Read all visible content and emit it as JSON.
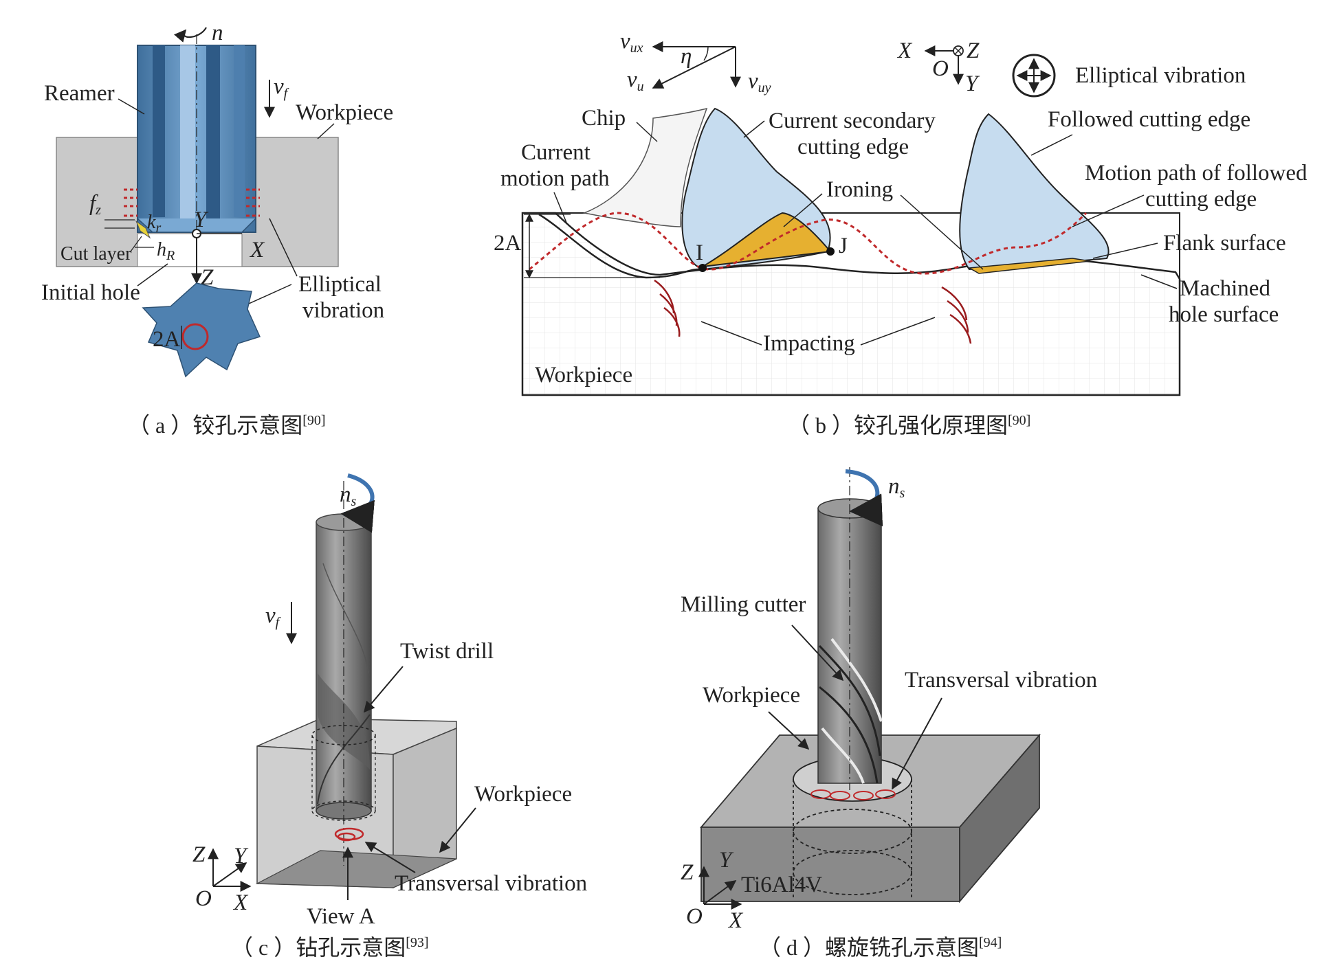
{
  "panel_a": {
    "rotation": "n",
    "feed": "v",
    "feed_sub": "f",
    "reamer": "Reamer",
    "workpiece": "Workpiece",
    "fz": "f",
    "fz_sub": "z",
    "kr": "k",
    "kr_sub": "r",
    "hr": "h",
    "hr_sub": "R",
    "y_axis": "Y",
    "x_axis": "X",
    "z_axis": "Z",
    "cut_layer": "Cut layer",
    "initial_hole": "Initial hole",
    "elliptical_vibration_1": "Elliptical",
    "elliptical_vibration_2": "vibration",
    "amplitude": "2A",
    "caption": "（ a ）铰孔示意图",
    "ref": "[90]"
  },
  "panel_b": {
    "vux": "v",
    "vux_sub": "ux",
    "vu": "v",
    "vu_sub": "u",
    "vuy": "v",
    "vuy_sub": "uy",
    "eta": "η",
    "ax_x": "X",
    "ax_z": "Z",
    "ax_o": "O",
    "ax_y": "Y",
    "elliptical_vibration": "Elliptical vibration",
    "chip": "Chip",
    "current_secondary_1": "Current secondary",
    "current_secondary_2": "cutting edge",
    "followed_edge": "Followed cutting edge",
    "current_motion_1": "Current",
    "current_motion_2": "motion path",
    "ironing": "Ironing",
    "motion_followed_1": "Motion path of followed",
    "motion_followed_2": "cutting edge",
    "amplitude": "2A",
    "point_i": "I",
    "point_j": "J",
    "flank_surface": "Flank surface",
    "machined_1": "Machined",
    "machined_2": "hole surface",
    "impacting": "Impacting",
    "workpiece": "Workpiece",
    "caption": "（ b ）铰孔强化原理图",
    "ref": "[90]"
  },
  "panel_c": {
    "rotation": "n",
    "rotation_sub": "s",
    "feed": "v",
    "feed_sub": "f",
    "twist_drill": "Twist drill",
    "workpiece": "Workpiece",
    "transversal": "Transversal vibration",
    "view_a": "View A",
    "ax_z": "Z",
    "ax_y": "Y",
    "ax_o": "O",
    "ax_x": "X",
    "caption": "（ c ）钻孔示意图",
    "ref": "[93]"
  },
  "panel_d": {
    "rotation": "n",
    "rotation_sub": "s",
    "milling_cutter": "Milling cutter",
    "workpiece": "Workpiece",
    "transversal": "Transversal vibration",
    "material": "Ti6Al4V",
    "ax_z": "Z",
    "ax_y": "Y",
    "ax_o": "O",
    "ax_x": "X",
    "caption": "（ d ）螺旋铣孔示意图",
    "ref": "[94]"
  },
  "colors": {
    "reamer_blue": "#5b8fbf",
    "edge_blue": "#c6dcef",
    "ironing_yellow": "#e6b030",
    "vibration_red": "#c0292b",
    "workpiece_gray": "#c9c9c9"
  }
}
